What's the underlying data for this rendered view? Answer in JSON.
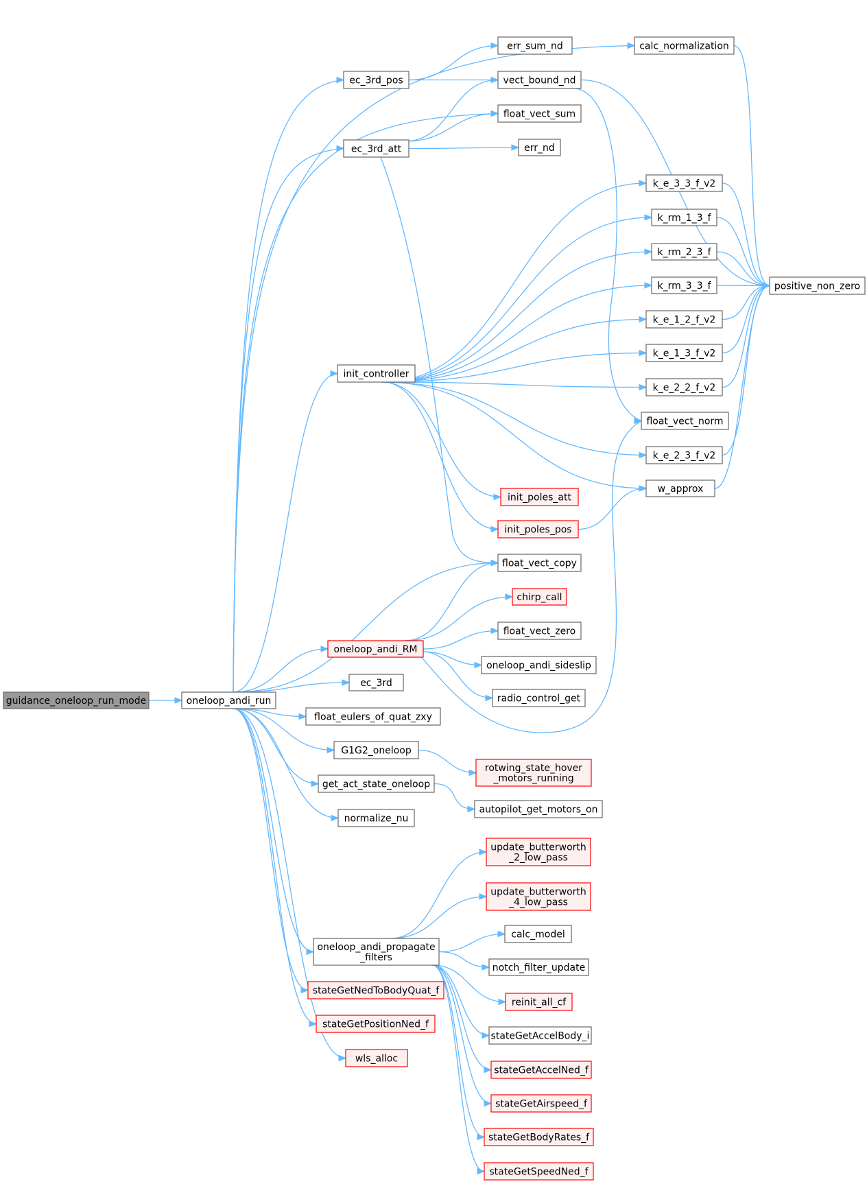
{
  "colors": {
    "edge": "#63b8ff",
    "node_border": "#666666",
    "highlight_border": "#ff0000",
    "highlight_fill": "#fff0f0",
    "root_fill": "#999999"
  },
  "nodes": {
    "guidance_oneloop_run_mode": {
      "lines": [
        "guidance_oneloop_run_mode"
      ],
      "style": "root"
    },
    "oneloop_andi_run": {
      "lines": [
        "oneloop_andi_run"
      ],
      "style": "normal"
    },
    "calc_normalization": {
      "lines": [
        "calc_normalization"
      ],
      "style": "normal"
    },
    "ec_3rd_pos": {
      "lines": [
        "ec_3rd_pos"
      ],
      "style": "normal"
    },
    "err_sum_nd": {
      "lines": [
        "err_sum_nd"
      ],
      "style": "normal"
    },
    "vect_bound_nd": {
      "lines": [
        "vect_bound_nd"
      ],
      "style": "normal"
    },
    "float_vect_sum": {
      "lines": [
        "float_vect_sum"
      ],
      "style": "normal"
    },
    "ec_3rd_att": {
      "lines": [
        "ec_3rd_att"
      ],
      "style": "normal"
    },
    "err_nd": {
      "lines": [
        "err_nd"
      ],
      "style": "normal"
    },
    "k_e_3_3_f_v2": {
      "lines": [
        "k_e_3_3_f_v2"
      ],
      "style": "normal"
    },
    "k_rm_1_3_f": {
      "lines": [
        "k_rm_1_3_f"
      ],
      "style": "normal"
    },
    "k_rm_2_3_f": {
      "lines": [
        "k_rm_2_3_f"
      ],
      "style": "normal"
    },
    "k_rm_3_3_f": {
      "lines": [
        "k_rm_3_3_f"
      ],
      "style": "normal"
    },
    "positive_non_zero": {
      "lines": [
        "positive_non_zero"
      ],
      "style": "normal"
    },
    "k_e_1_2_f_v2": {
      "lines": [
        "k_e_1_2_f_v2"
      ],
      "style": "normal"
    },
    "k_e_1_3_f_v2": {
      "lines": [
        "k_e_1_3_f_v2"
      ],
      "style": "normal"
    },
    "init_controller": {
      "lines": [
        "init_controller"
      ],
      "style": "normal"
    },
    "k_e_2_2_f_v2": {
      "lines": [
        "k_e_2_2_f_v2"
      ],
      "style": "normal"
    },
    "float_vect_norm": {
      "lines": [
        "float_vect_norm"
      ],
      "style": "normal"
    },
    "k_e_2_3_f_v2": {
      "lines": [
        "k_e_2_3_f_v2"
      ],
      "style": "normal"
    },
    "w_approx": {
      "lines": [
        "w_approx"
      ],
      "style": "normal"
    },
    "init_poles_att": {
      "lines": [
        "init_poles_att"
      ],
      "style": "red"
    },
    "init_poles_pos": {
      "lines": [
        "init_poles_pos"
      ],
      "style": "red"
    },
    "float_vect_copy": {
      "lines": [
        "float_vect_copy"
      ],
      "style": "normal"
    },
    "chirp_call": {
      "lines": [
        "chirp_call"
      ],
      "style": "red"
    },
    "float_vect_zero": {
      "lines": [
        "float_vect_zero"
      ],
      "style": "normal"
    },
    "oneloop_andi_RM": {
      "lines": [
        "oneloop_andi_RM"
      ],
      "style": "red"
    },
    "oneloop_andi_sideslip": {
      "lines": [
        "oneloop_andi_sideslip"
      ],
      "style": "normal"
    },
    "ec_3rd": {
      "lines": [
        "ec_3rd"
      ],
      "style": "normal"
    },
    "radio_control_get": {
      "lines": [
        "radio_control_get"
      ],
      "style": "normal"
    },
    "float_eulers_of_quat_zxy": {
      "lines": [
        "float_eulers_of_quat_zxy"
      ],
      "style": "normal"
    },
    "G1G2_oneloop": {
      "lines": [
        "G1G2_oneloop"
      ],
      "style": "normal"
    },
    "rotwing_state_hover_motors_running": {
      "lines": [
        "rotwing_state_hover",
        "_motors_running"
      ],
      "style": "red"
    },
    "get_act_state_oneloop": {
      "lines": [
        "get_act_state_oneloop"
      ],
      "style": "normal"
    },
    "autopilot_get_motors_on": {
      "lines": [
        "autopilot_get_motors_on"
      ],
      "style": "normal"
    },
    "normalize_nu": {
      "lines": [
        "normalize_nu"
      ],
      "style": "normal"
    },
    "update_butterworth_2_low_pass": {
      "lines": [
        "update_butterworth",
        "_2_low_pass"
      ],
      "style": "red"
    },
    "update_butterworth_4_low_pass": {
      "lines": [
        "update_butterworth",
        "_4_low_pass"
      ],
      "style": "red"
    },
    "calc_model": {
      "lines": [
        "calc_model"
      ],
      "style": "normal"
    },
    "oneloop_andi_propagate_filters": {
      "lines": [
        "oneloop_andi_propagate",
        "_filters"
      ],
      "style": "normal"
    },
    "notch_filter_update": {
      "lines": [
        "notch_filter_update"
      ],
      "style": "normal"
    },
    "stateGetNedToBodyQuat_f": {
      "lines": [
        "stateGetNedToBodyQuat_f"
      ],
      "style": "red"
    },
    "reinit_all_cf": {
      "lines": [
        "reinit_all_cf"
      ],
      "style": "red"
    },
    "stateGetPositionNed_f": {
      "lines": [
        "stateGetPositionNed_f"
      ],
      "style": "red"
    },
    "stateGetAccelBody_i": {
      "lines": [
        "stateGetAccelBody_i"
      ],
      "style": "normal"
    },
    "wls_alloc": {
      "lines": [
        "wls_alloc"
      ],
      "style": "red"
    },
    "stateGetAccelNed_f": {
      "lines": [
        "stateGetAccelNed_f"
      ],
      "style": "red"
    },
    "stateGetAirspeed_f": {
      "lines": [
        "stateGetAirspeed_f"
      ],
      "style": "red"
    },
    "stateGetBodyRates_f": {
      "lines": [
        "stateGetBodyRates_f"
      ],
      "style": "red"
    },
    "stateGetSpeedNed_f": {
      "lines": [
        "stateGetSpeedNed_f"
      ],
      "style": "red"
    }
  },
  "edges": [
    [
      "guidance_oneloop_run_mode",
      "oneloop_andi_run"
    ],
    [
      "oneloop_andi_run",
      "calc_normalization"
    ],
    [
      "oneloop_andi_run",
      "ec_3rd_pos"
    ],
    [
      "oneloop_andi_run",
      "float_vect_sum"
    ],
    [
      "oneloop_andi_run",
      "ec_3rd_att"
    ],
    [
      "oneloop_andi_run",
      "init_controller"
    ],
    [
      "oneloop_andi_run",
      "float_vect_copy"
    ],
    [
      "oneloop_andi_run",
      "oneloop_andi_RM"
    ],
    [
      "oneloop_andi_run",
      "ec_3rd"
    ],
    [
      "oneloop_andi_run",
      "float_eulers_of_quat_zxy"
    ],
    [
      "oneloop_andi_run",
      "G1G2_oneloop"
    ],
    [
      "oneloop_andi_run",
      "get_act_state_oneloop"
    ],
    [
      "oneloop_andi_run",
      "normalize_nu"
    ],
    [
      "oneloop_andi_run",
      "oneloop_andi_propagate_filters"
    ],
    [
      "oneloop_andi_run",
      "stateGetNedToBodyQuat_f"
    ],
    [
      "oneloop_andi_run",
      "stateGetPositionNed_f"
    ],
    [
      "oneloop_andi_run",
      "wls_alloc"
    ],
    [
      "calc_normalization",
      "positive_non_zero"
    ],
    [
      "ec_3rd_pos",
      "err_sum_nd"
    ],
    [
      "ec_3rd_pos",
      "vect_bound_nd"
    ],
    [
      "vect_bound_nd",
      "float_vect_norm"
    ],
    [
      "vect_bound_nd",
      "positive_non_zero"
    ],
    [
      "ec_3rd_att",
      "vect_bound_nd"
    ],
    [
      "ec_3rd_att",
      "float_vect_sum"
    ],
    [
      "ec_3rd_att",
      "err_nd"
    ],
    [
      "ec_3rd_att",
      "float_vect_copy"
    ],
    [
      "init_controller",
      "k_e_3_3_f_v2"
    ],
    [
      "init_controller",
      "k_rm_1_3_f"
    ],
    [
      "init_controller",
      "k_rm_2_3_f"
    ],
    [
      "init_controller",
      "k_rm_3_3_f"
    ],
    [
      "init_controller",
      "k_e_1_2_f_v2"
    ],
    [
      "init_controller",
      "k_e_1_3_f_v2"
    ],
    [
      "init_controller",
      "k_e_2_2_f_v2"
    ],
    [
      "init_controller",
      "k_e_2_3_f_v2"
    ],
    [
      "init_controller",
      "w_approx"
    ],
    [
      "init_controller",
      "init_poles_att"
    ],
    [
      "init_controller",
      "init_poles_pos"
    ],
    [
      "k_e_3_3_f_v2",
      "positive_non_zero"
    ],
    [
      "k_rm_1_3_f",
      "positive_non_zero"
    ],
    [
      "k_rm_2_3_f",
      "positive_non_zero"
    ],
    [
      "k_rm_3_3_f",
      "positive_non_zero"
    ],
    [
      "k_e_1_2_f_v2",
      "positive_non_zero"
    ],
    [
      "k_e_1_3_f_v2",
      "positive_non_zero"
    ],
    [
      "k_e_2_2_f_v2",
      "positive_non_zero"
    ],
    [
      "k_e_2_3_f_v2",
      "positive_non_zero"
    ],
    [
      "w_approx",
      "positive_non_zero"
    ],
    [
      "init_poles_pos",
      "w_approx"
    ],
    [
      "oneloop_andi_RM",
      "float_vect_copy"
    ],
    [
      "oneloop_andi_RM",
      "chirp_call"
    ],
    [
      "oneloop_andi_RM",
      "float_vect_zero"
    ],
    [
      "oneloop_andi_RM",
      "oneloop_andi_sideslip"
    ],
    [
      "oneloop_andi_RM",
      "radio_control_get"
    ],
    [
      "oneloop_andi_RM",
      "float_vect_norm"
    ],
    [
      "G1G2_oneloop",
      "rotwing_state_hover_motors_running"
    ],
    [
      "get_act_state_oneloop",
      "autopilot_get_motors_on"
    ],
    [
      "oneloop_andi_propagate_filters",
      "update_butterworth_2_low_pass"
    ],
    [
      "oneloop_andi_propagate_filters",
      "update_butterworth_4_low_pass"
    ],
    [
      "oneloop_andi_propagate_filters",
      "calc_model"
    ],
    [
      "oneloop_andi_propagate_filters",
      "notch_filter_update"
    ],
    [
      "oneloop_andi_propagate_filters",
      "reinit_all_cf"
    ],
    [
      "oneloop_andi_propagate_filters",
      "stateGetAccelBody_i"
    ],
    [
      "oneloop_andi_propagate_filters",
      "stateGetAccelNed_f"
    ],
    [
      "oneloop_andi_propagate_filters",
      "stateGetAirspeed_f"
    ],
    [
      "oneloop_andi_propagate_filters",
      "stateGetBodyRates_f"
    ],
    [
      "oneloop_andi_propagate_filters",
      "stateGetSpeedNed_f"
    ]
  ]
}
